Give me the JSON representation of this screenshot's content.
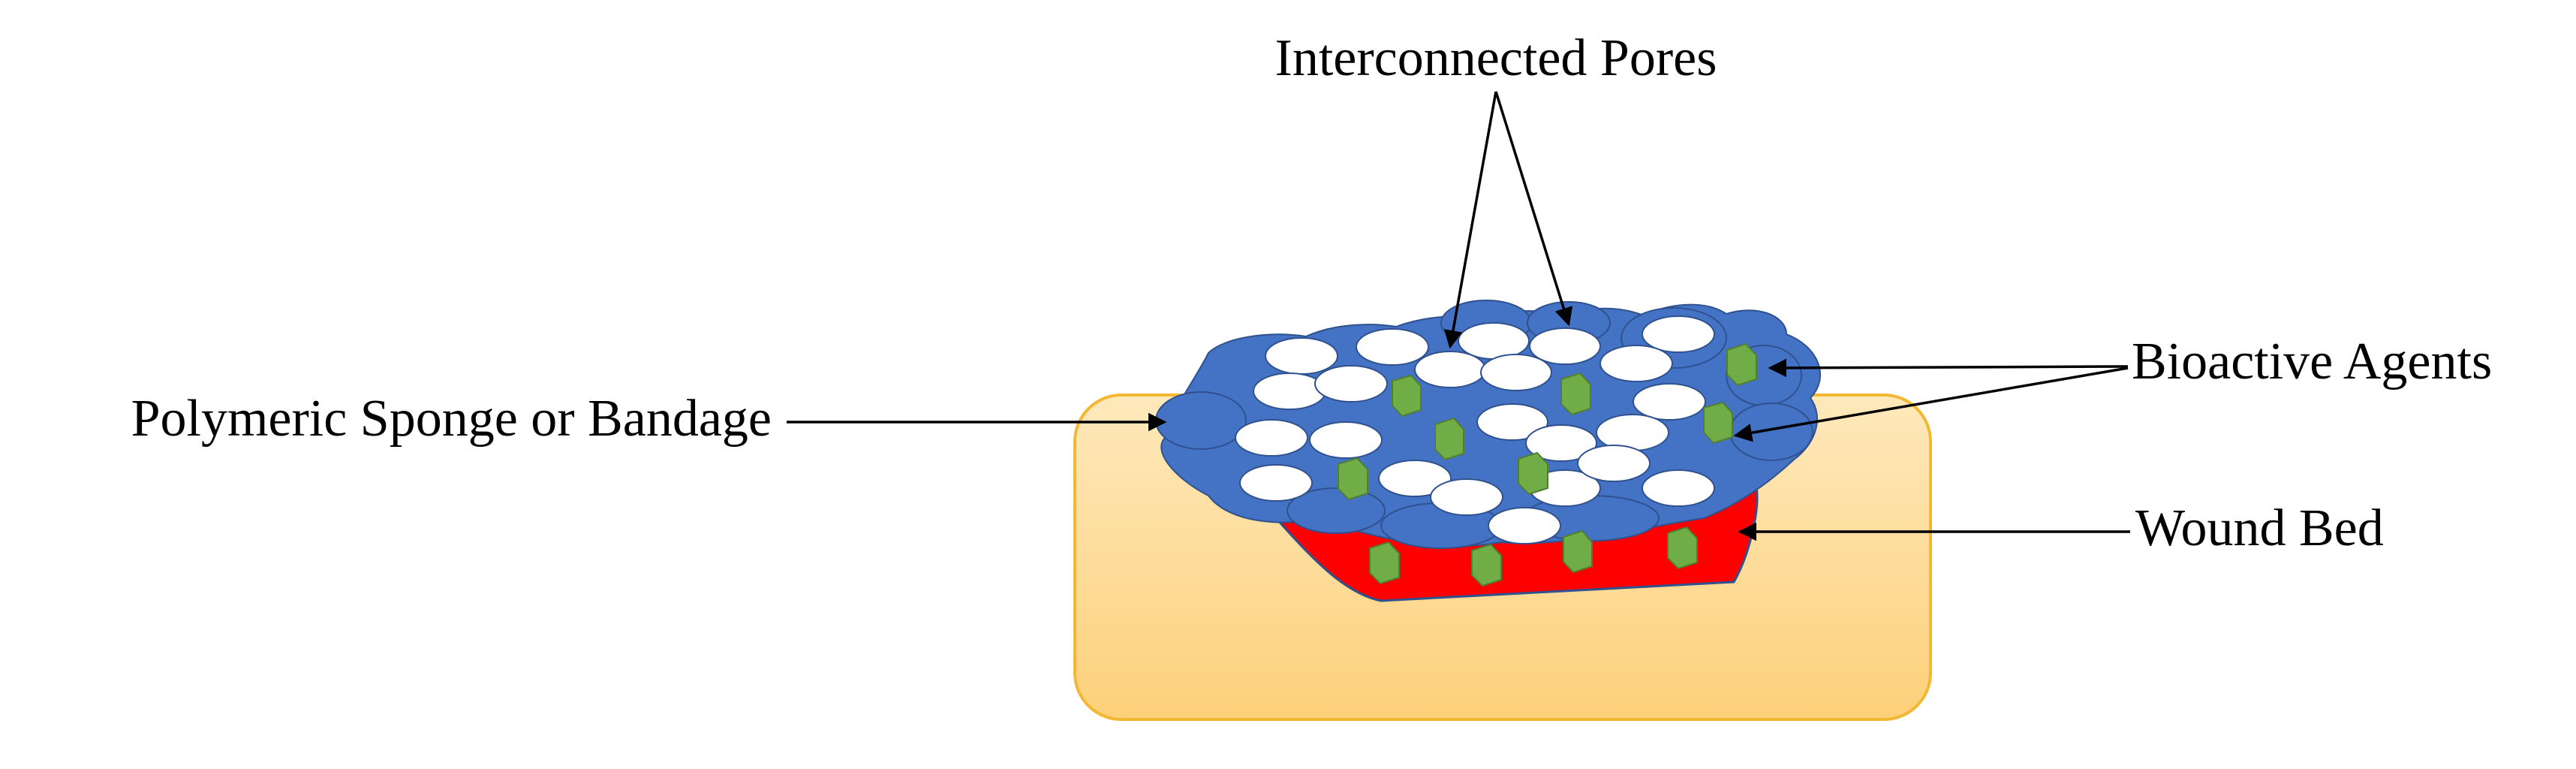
{
  "labels": {
    "interconnected_pores": "Interconnected Pores",
    "bioactive_agents": "Bioactive Agents",
    "polymeric_sponge": "Polymeric Sponge or Bandage",
    "wound_bed": "Wound Bed"
  },
  "colors": {
    "skin": "#FDD584",
    "skin_border": "#F4B731",
    "wound_bed": "#FF0000",
    "sponge": "#4472C4",
    "pore": "#FFFFFF",
    "bioactive_agent": "#70AD47",
    "text": "#000000"
  },
  "icons": {
    "arrow": "arrowhead"
  }
}
